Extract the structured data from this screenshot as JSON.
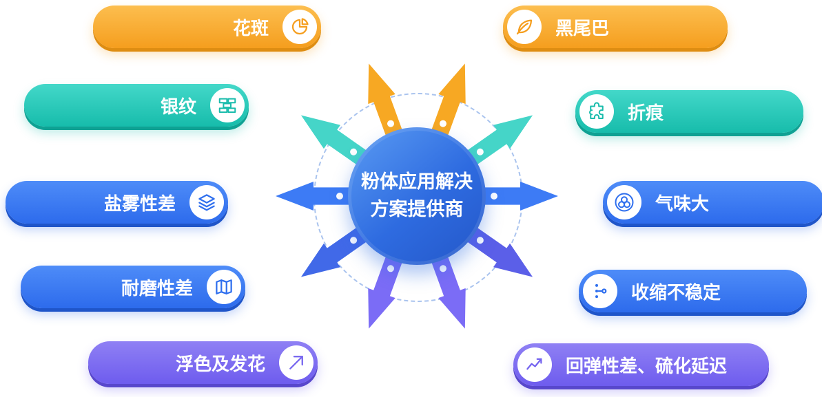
{
  "center": {
    "line1": "粉体应用解决",
    "line2": "方案提供商"
  },
  "items": [
    {
      "label": "花斑",
      "icon": "pie-chart-icon",
      "color": "#F59E1E",
      "side": "left"
    },
    {
      "label": "黑尾巴",
      "icon": "leaf-icon",
      "color": "#F59E1E",
      "side": "right"
    },
    {
      "label": "银纹",
      "icon": "brick-wall-icon",
      "color": "#1ABCAC",
      "side": "left"
    },
    {
      "label": "折痕",
      "icon": "puzzle-icon",
      "color": "#1ABCAC",
      "side": "right"
    },
    {
      "label": "盐雾性差",
      "icon": "layers-icon",
      "color": "#2F6FEE",
      "side": "left"
    },
    {
      "label": "气味大",
      "icon": "bubbles-icon",
      "color": "#2F6FEE",
      "side": "right"
    },
    {
      "label": "耐磨性差",
      "icon": "map-icon",
      "color": "#2F6FEE",
      "side": "left"
    },
    {
      "label": "收缩不稳定",
      "icon": "nodes-icon",
      "color": "#2F6FEE",
      "side": "right"
    },
    {
      "label": "浮色及发花",
      "icon": "trend-arrow-icon",
      "color": "#7463EF",
      "side": "left"
    },
    {
      "label": "回弹性差、硫化延迟",
      "icon": "line-chart-icon",
      "color": "#7463EF",
      "side": "right"
    }
  ],
  "colors": {
    "orange": "#F59E1E",
    "teal": "#1ABCAC",
    "blue": "#2F6FEE",
    "indigo": "#5B5FE8",
    "purple": "#7463EF",
    "center_blue": "#2E6BE0",
    "dashed_ring": "#A9C3EE",
    "text_on_fill": "#FFFFFF"
  }
}
